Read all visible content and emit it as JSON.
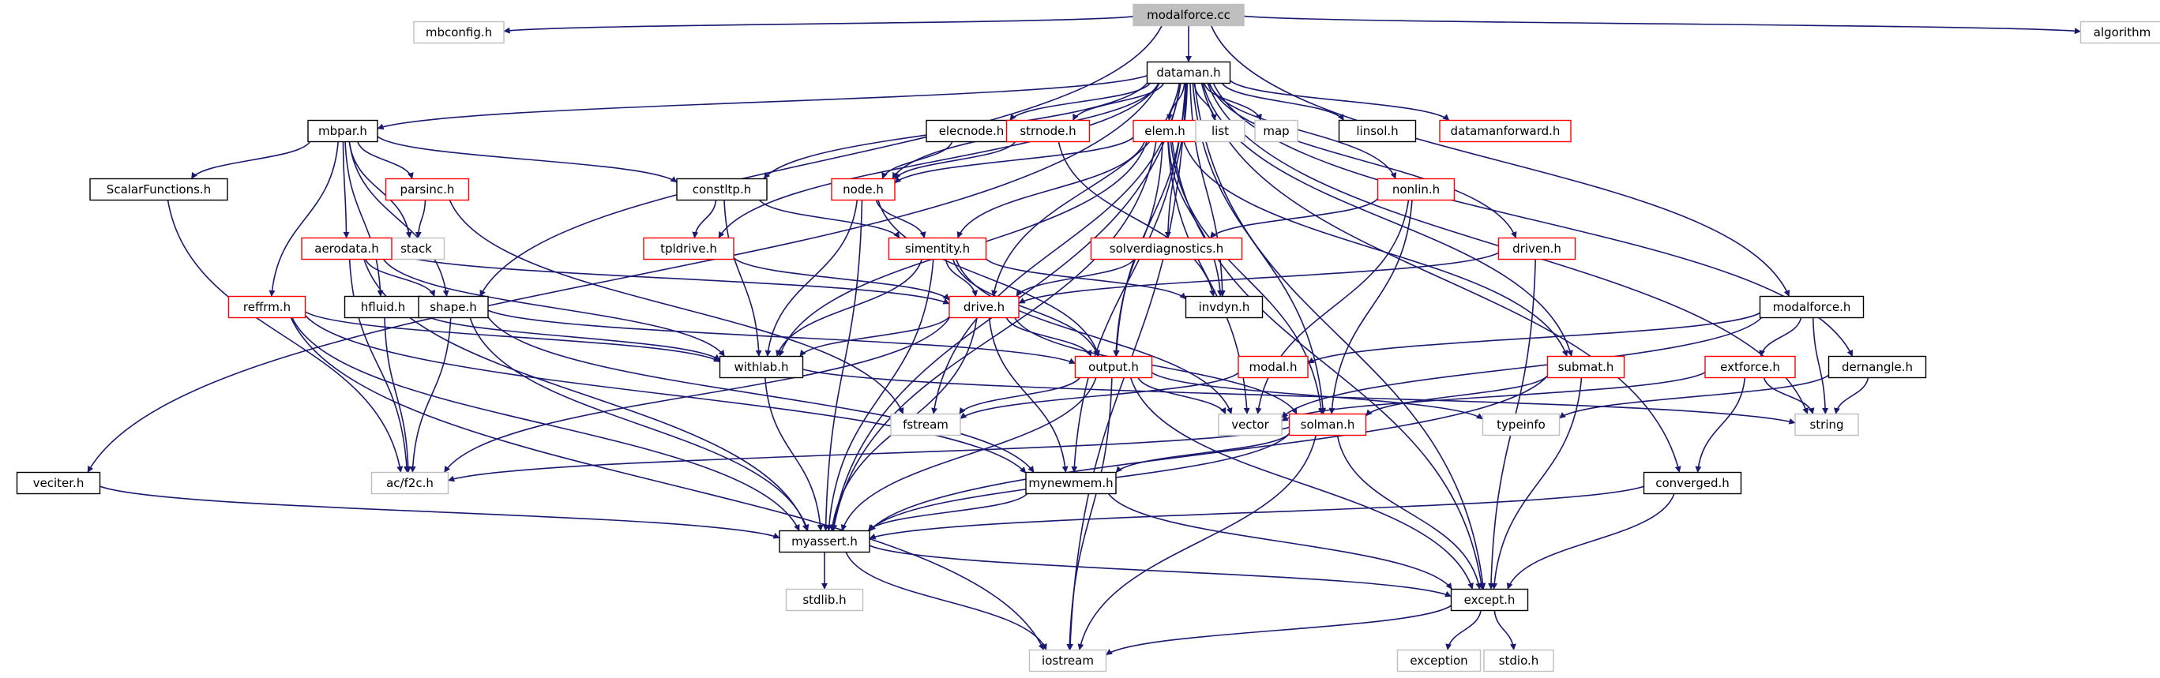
{
  "diagram": {
    "edge_color": "#191970",
    "legend_style": {
      "root": "#bfbfbf",
      "documented": "#000000",
      "truncated": "#ff0000",
      "system": "#bfbfbf"
    },
    "nodes": [
      {
        "id": "modalforce_cc",
        "label": "modalforce.cc",
        "kind": "root"
      },
      {
        "id": "mbconfig_h",
        "label": "mbconfig.h",
        "kind": "system"
      },
      {
        "id": "dataman_h",
        "label": "dataman.h",
        "kind": "documented"
      },
      {
        "id": "algorithm",
        "label": "algorithm",
        "kind": "system"
      },
      {
        "id": "mbpar_h",
        "label": "mbpar.h",
        "kind": "documented"
      },
      {
        "id": "elecnode_h",
        "label": "elecnode.h",
        "kind": "documented"
      },
      {
        "id": "strnode_h",
        "label": "strnode.h",
        "kind": "truncated"
      },
      {
        "id": "elem_h",
        "label": "elem.h",
        "kind": "truncated"
      },
      {
        "id": "list",
        "label": "list",
        "kind": "system"
      },
      {
        "id": "map",
        "label": "map",
        "kind": "system"
      },
      {
        "id": "linsol_h",
        "label": "linsol.h",
        "kind": "documented"
      },
      {
        "id": "datamanforward_h",
        "label": "datamanforward.h",
        "kind": "truncated"
      },
      {
        "id": "scalarfunctions_h",
        "label": "ScalarFunctions.h",
        "kind": "documented"
      },
      {
        "id": "parsinc_h",
        "label": "parsinc.h",
        "kind": "truncated"
      },
      {
        "id": "constltp_h",
        "label": "constltp.h",
        "kind": "documented"
      },
      {
        "id": "node_h",
        "label": "node.h",
        "kind": "truncated"
      },
      {
        "id": "nonlin_h",
        "label": "nonlin.h",
        "kind": "truncated"
      },
      {
        "id": "stack",
        "label": "stack",
        "kind": "system"
      },
      {
        "id": "aerodata_h",
        "label": "aerodata.h",
        "kind": "truncated"
      },
      {
        "id": "tpldrive_h",
        "label": "tpldrive.h",
        "kind": "truncated"
      },
      {
        "id": "simentity_h",
        "label": "simentity.h",
        "kind": "truncated"
      },
      {
        "id": "solverdiagnostics_h",
        "label": "solverdiagnostics.h",
        "kind": "truncated"
      },
      {
        "id": "driven_h",
        "label": "driven.h",
        "kind": "truncated"
      },
      {
        "id": "reffrm_h",
        "label": "reffrm.h",
        "kind": "truncated"
      },
      {
        "id": "hfluid_h",
        "label": "hfluid.h",
        "kind": "documented"
      },
      {
        "id": "shape_h",
        "label": "shape.h",
        "kind": "documented"
      },
      {
        "id": "drive_h",
        "label": "drive.h",
        "kind": "truncated"
      },
      {
        "id": "invdyn_h",
        "label": "invdyn.h",
        "kind": "documented"
      },
      {
        "id": "modalforce_h",
        "label": "modalforce.h",
        "kind": "documented"
      },
      {
        "id": "withlab_h",
        "label": "withlab.h",
        "kind": "documented"
      },
      {
        "id": "output_h",
        "label": "output.h",
        "kind": "truncated"
      },
      {
        "id": "modal_h",
        "label": "modal.h",
        "kind": "truncated"
      },
      {
        "id": "submat_h",
        "label": "submat.h",
        "kind": "truncated"
      },
      {
        "id": "extforce_h",
        "label": "extforce.h",
        "kind": "truncated"
      },
      {
        "id": "dernangle_h",
        "label": "dernangle.h",
        "kind": "documented"
      },
      {
        "id": "fstream",
        "label": "fstream",
        "kind": "system"
      },
      {
        "id": "vector",
        "label": "vector",
        "kind": "system"
      },
      {
        "id": "solman_h",
        "label": "solman.h",
        "kind": "truncated"
      },
      {
        "id": "typeinfo",
        "label": "typeinfo",
        "kind": "system"
      },
      {
        "id": "string",
        "label": "string",
        "kind": "system"
      },
      {
        "id": "vecliter_h",
        "label": "veciter.h",
        "kind": "documented"
      },
      {
        "id": "ac_f2c_h",
        "label": "ac/f2c.h",
        "kind": "system"
      },
      {
        "id": "mynewmem_h",
        "label": "mynewmem.h",
        "kind": "documented"
      },
      {
        "id": "converged_h",
        "label": "converged.h",
        "kind": "documented"
      },
      {
        "id": "myassert_h",
        "label": "myassert.h",
        "kind": "documented"
      },
      {
        "id": "stdlib_h",
        "label": "stdlib.h",
        "kind": "system"
      },
      {
        "id": "except_h",
        "label": "except.h",
        "kind": "documented"
      },
      {
        "id": "iostream",
        "label": "iostream",
        "kind": "system"
      },
      {
        "id": "exception",
        "label": "exception",
        "kind": "system"
      },
      {
        "id": "stdio_h",
        "label": "stdio.h",
        "kind": "system"
      }
    ],
    "edges": [
      [
        "modalforce_cc",
        "mbconfig_h"
      ],
      [
        "modalforce_cc",
        "dataman_h"
      ],
      [
        "modalforce_cc",
        "algorithm"
      ],
      [
        "modalforce_cc",
        "shape_h"
      ],
      [
        "modalforce_cc",
        "modalforce_h"
      ],
      [
        "dataman_h",
        "mbpar_h"
      ],
      [
        "dataman_h",
        "elecnode_h"
      ],
      [
        "dataman_h",
        "strnode_h"
      ],
      [
        "dataman_h",
        "elem_h"
      ],
      [
        "dataman_h",
        "list"
      ],
      [
        "dataman_h",
        "map"
      ],
      [
        "dataman_h",
        "linsol_h"
      ],
      [
        "dataman_h",
        "datamanforward_h"
      ],
      [
        "dataman_h",
        "constltp_h"
      ],
      [
        "dataman_h",
        "node_h"
      ],
      [
        "dataman_h",
        "nonlin_h"
      ],
      [
        "dataman_h",
        "tpldrive_h"
      ],
      [
        "dataman_h",
        "solverdiagnostics_h"
      ],
      [
        "dataman_h",
        "driven_h"
      ],
      [
        "dataman_h",
        "drive_h"
      ],
      [
        "dataman_h",
        "invdyn_h"
      ],
      [
        "dataman_h",
        "output_h"
      ],
      [
        "dataman_h",
        "submat_h"
      ],
      [
        "dataman_h",
        "dernangle_h"
      ],
      [
        "dataman_h",
        "solman_h"
      ],
      [
        "dataman_h",
        "string"
      ],
      [
        "dataman_h",
        "vecliter_h"
      ],
      [
        "dataman_h",
        "converged_h"
      ],
      [
        "dataman_h",
        "myassert_h"
      ],
      [
        "dataman_h",
        "except_h"
      ],
      [
        "dataman_h",
        "iostream"
      ],
      [
        "dataman_h",
        "mynewmem_h"
      ],
      [
        "dataman_h",
        "fstream"
      ],
      [
        "mbpar_h",
        "scalarfunctions_h"
      ],
      [
        "mbpar_h",
        "parsinc_h"
      ],
      [
        "mbpar_h",
        "constltp_h"
      ],
      [
        "mbpar_h",
        "stack"
      ],
      [
        "mbpar_h",
        "aerodata_h"
      ],
      [
        "mbpar_h",
        "reffrm_h"
      ],
      [
        "mbpar_h",
        "hfluid_h"
      ],
      [
        "mbpar_h",
        "shape_h"
      ],
      [
        "elecnode_h",
        "node_h"
      ],
      [
        "strnode_h",
        "node_h"
      ],
      [
        "strnode_h",
        "invdyn_h"
      ],
      [
        "elem_h",
        "node_h"
      ],
      [
        "elem_h",
        "simentity_h"
      ],
      [
        "elem_h",
        "invdyn_h"
      ],
      [
        "elem_h",
        "output_h"
      ],
      [
        "elem_h",
        "withlab_h"
      ],
      [
        "elem_h",
        "solman_h"
      ],
      [
        "elem_h",
        "submat_h"
      ],
      [
        "elem_h",
        "vector"
      ],
      [
        "elem_h",
        "except_h"
      ],
      [
        "elem_h",
        "myassert_h"
      ],
      [
        "scalarfunctions_h",
        "ac_f2c_h"
      ],
      [
        "parsinc_h",
        "stack"
      ],
      [
        "parsinc_h",
        "fstream"
      ],
      [
        "constltp_h",
        "tpldrive_h"
      ],
      [
        "constltp_h",
        "simentity_h"
      ],
      [
        "constltp_h",
        "withlab_h"
      ],
      [
        "node_h",
        "simentity_h"
      ],
      [
        "node_h",
        "output_h"
      ],
      [
        "node_h",
        "withlab_h"
      ],
      [
        "node_h",
        "myassert_h"
      ],
      [
        "nonlin_h",
        "solverdiagnostics_h"
      ],
      [
        "nonlin_h",
        "vector"
      ],
      [
        "nonlin_h",
        "solman_h"
      ],
      [
        "aerodata_h",
        "drive_h"
      ],
      [
        "aerodata_h",
        "shape_h"
      ],
      [
        "aerodata_h",
        "withlab_h"
      ],
      [
        "aerodata_h",
        "ac_f2c_h"
      ],
      [
        "aerodata_h",
        "myassert_h"
      ],
      [
        "tpldrive_h",
        "drive_h"
      ],
      [
        "simentity_h",
        "drive_h"
      ],
      [
        "simentity_h",
        "invdyn_h"
      ],
      [
        "simentity_h",
        "output_h"
      ],
      [
        "simentity_h",
        "withlab_h"
      ],
      [
        "simentity_h",
        "myassert_h"
      ],
      [
        "simentity_h",
        "vector"
      ],
      [
        "solverdiagnostics_h",
        "drive_h"
      ],
      [
        "driven_h",
        "drive_h"
      ],
      [
        "driven_h",
        "except_h"
      ],
      [
        "reffrm_h",
        "withlab_h"
      ],
      [
        "reffrm_h",
        "myassert_h"
      ],
      [
        "reffrm_h",
        "iostream"
      ],
      [
        "reffrm_h",
        "mynewmem_h"
      ],
      [
        "hfluid_h",
        "withlab_h"
      ],
      [
        "hfluid_h",
        "ac_f2c_h"
      ],
      [
        "shape_h",
        "output_h"
      ],
      [
        "shape_h",
        "myassert_h"
      ],
      [
        "shape_h",
        "ac_f2c_h"
      ],
      [
        "shape_h",
        "mynewmem_h"
      ],
      [
        "drive_h",
        "withlab_h"
      ],
      [
        "drive_h",
        "output_h"
      ],
      [
        "drive_h",
        "solman_h"
      ],
      [
        "drive_h",
        "myassert_h"
      ],
      [
        "drive_h",
        "mynewmem_h"
      ],
      [
        "drive_h",
        "ac_f2c_h"
      ],
      [
        "modalforce_h",
        "modal_h"
      ],
      [
        "modalforce_h",
        "extforce_h"
      ],
      [
        "modalforce_h",
        "string"
      ],
      [
        "modalforce_h",
        "vector"
      ],
      [
        "withlab_h",
        "myassert_h"
      ],
      [
        "withlab_h",
        "string"
      ],
      [
        "output_h",
        "fstream"
      ],
      [
        "output_h",
        "vector"
      ],
      [
        "output_h",
        "myassert_h"
      ],
      [
        "output_h",
        "iostream"
      ],
      [
        "output_h",
        "except_h"
      ],
      [
        "output_h",
        "typeinfo"
      ],
      [
        "modal_h",
        "fstream"
      ],
      [
        "submat_h",
        "solman_h"
      ],
      [
        "submat_h",
        "except_h"
      ],
      [
        "submat_h",
        "myassert_h"
      ],
      [
        "extforce_h",
        "converged_h"
      ],
      [
        "extforce_h",
        "vector"
      ],
      [
        "extforce_h",
        "string"
      ],
      [
        "dernangle_h",
        "string"
      ],
      [
        "dernangle_h",
        "typeinfo"
      ],
      [
        "solman_h",
        "ac_f2c_h"
      ],
      [
        "solman_h",
        "mynewmem_h"
      ],
      [
        "solman_h",
        "myassert_h"
      ],
      [
        "solman_h",
        "except_h"
      ],
      [
        "solman_h",
        "iostream"
      ],
      [
        "vecliter_h",
        "myassert_h"
      ],
      [
        "mynewmem_h",
        "myassert_h"
      ],
      [
        "mynewmem_h",
        "except_h"
      ],
      [
        "converged_h",
        "myassert_h"
      ],
      [
        "converged_h",
        "except_h"
      ],
      [
        "myassert_h",
        "stdlib_h"
      ],
      [
        "myassert_h",
        "iostream"
      ],
      [
        "myassert_h",
        "except_h"
      ],
      [
        "except_h",
        "exception"
      ],
      [
        "except_h",
        "stdio_h"
      ],
      [
        "except_h",
        "iostream"
      ]
    ]
  }
}
